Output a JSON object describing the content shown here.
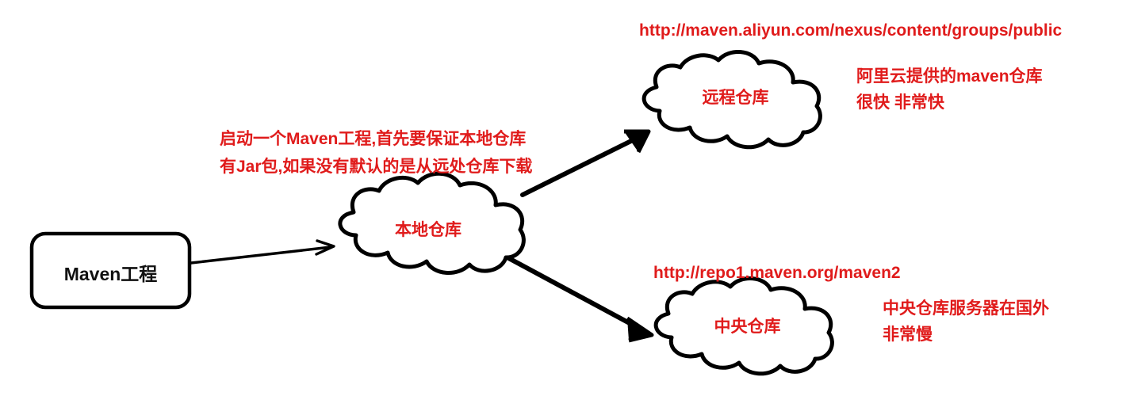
{
  "diagram": {
    "title": "Maven repository resolution flow",
    "colors": {
      "annotation_red": "#e01b1b",
      "stroke_black": "#000000",
      "background": "#ffffff"
    },
    "nodes": {
      "project_box": {
        "label": "Maven工程"
      },
      "local_cloud": {
        "label": "本地仓库"
      },
      "remote_cloud": {
        "label": "远程仓库"
      },
      "central_cloud": {
        "label": "中央仓库"
      }
    },
    "annotations": {
      "local_note": {
        "line1": "启动一个Maven工程,首先要保证本地仓库",
        "line2": "有Jar包,如果没有默认的是从远处仓库下载"
      },
      "remote_url": {
        "line1": "http://maven.aliyun.com/nexus/content/groups/public"
      },
      "remote_note": {
        "line1": "阿里云提供的maven仓库",
        "line2": "很快 非常快"
      },
      "central_url": {
        "line1": "http://repo1.maven.org/maven2"
      },
      "central_note": {
        "line1": "中央仓库服务器在国外",
        "line2": "非常慢"
      }
    },
    "edges": [
      {
        "name": "project-to-local",
        "from": "project_box",
        "to": "local_cloud",
        "style": "thin-arrow"
      },
      {
        "name": "local-to-remote",
        "from": "local_cloud",
        "to": "remote_cloud",
        "style": "thick-arrow"
      },
      {
        "name": "local-to-central",
        "from": "local_cloud",
        "to": "central_cloud",
        "style": "thick-arrow"
      }
    ]
  }
}
